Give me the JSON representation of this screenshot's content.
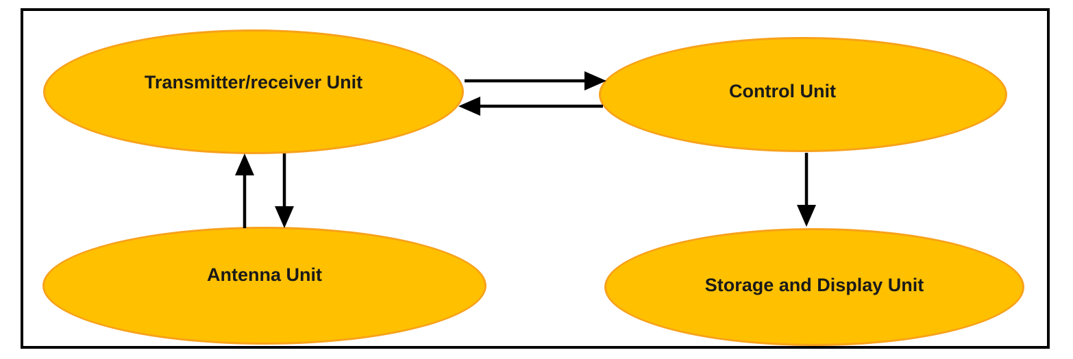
{
  "diagram": {
    "type": "block-diagram",
    "nodes": [
      {
        "id": "transmitter-receiver-unit",
        "label": "Transmitter/receiver Unit"
      },
      {
        "id": "control-unit",
        "label": "Control Unit"
      },
      {
        "id": "antenna-unit",
        "label": "Antenna Unit"
      },
      {
        "id": "storage-display-unit",
        "label": "Storage and Display Unit"
      }
    ],
    "edges": [
      {
        "from": "transmitter-receiver-unit",
        "to": "control-unit",
        "direction": "right"
      },
      {
        "from": "control-unit",
        "to": "transmitter-receiver-unit",
        "direction": "left"
      },
      {
        "from": "antenna-unit",
        "to": "transmitter-receiver-unit",
        "direction": "up"
      },
      {
        "from": "transmitter-receiver-unit",
        "to": "antenna-unit",
        "direction": "down"
      },
      {
        "from": "control-unit",
        "to": "storage-display-unit",
        "direction": "down"
      }
    ],
    "theme": {
      "node_fill": "#FFC000",
      "node_stroke": "#F7A11A",
      "arrow_color": "#000000",
      "frame_color": "#000000",
      "background": "#FFFFFF"
    }
  }
}
